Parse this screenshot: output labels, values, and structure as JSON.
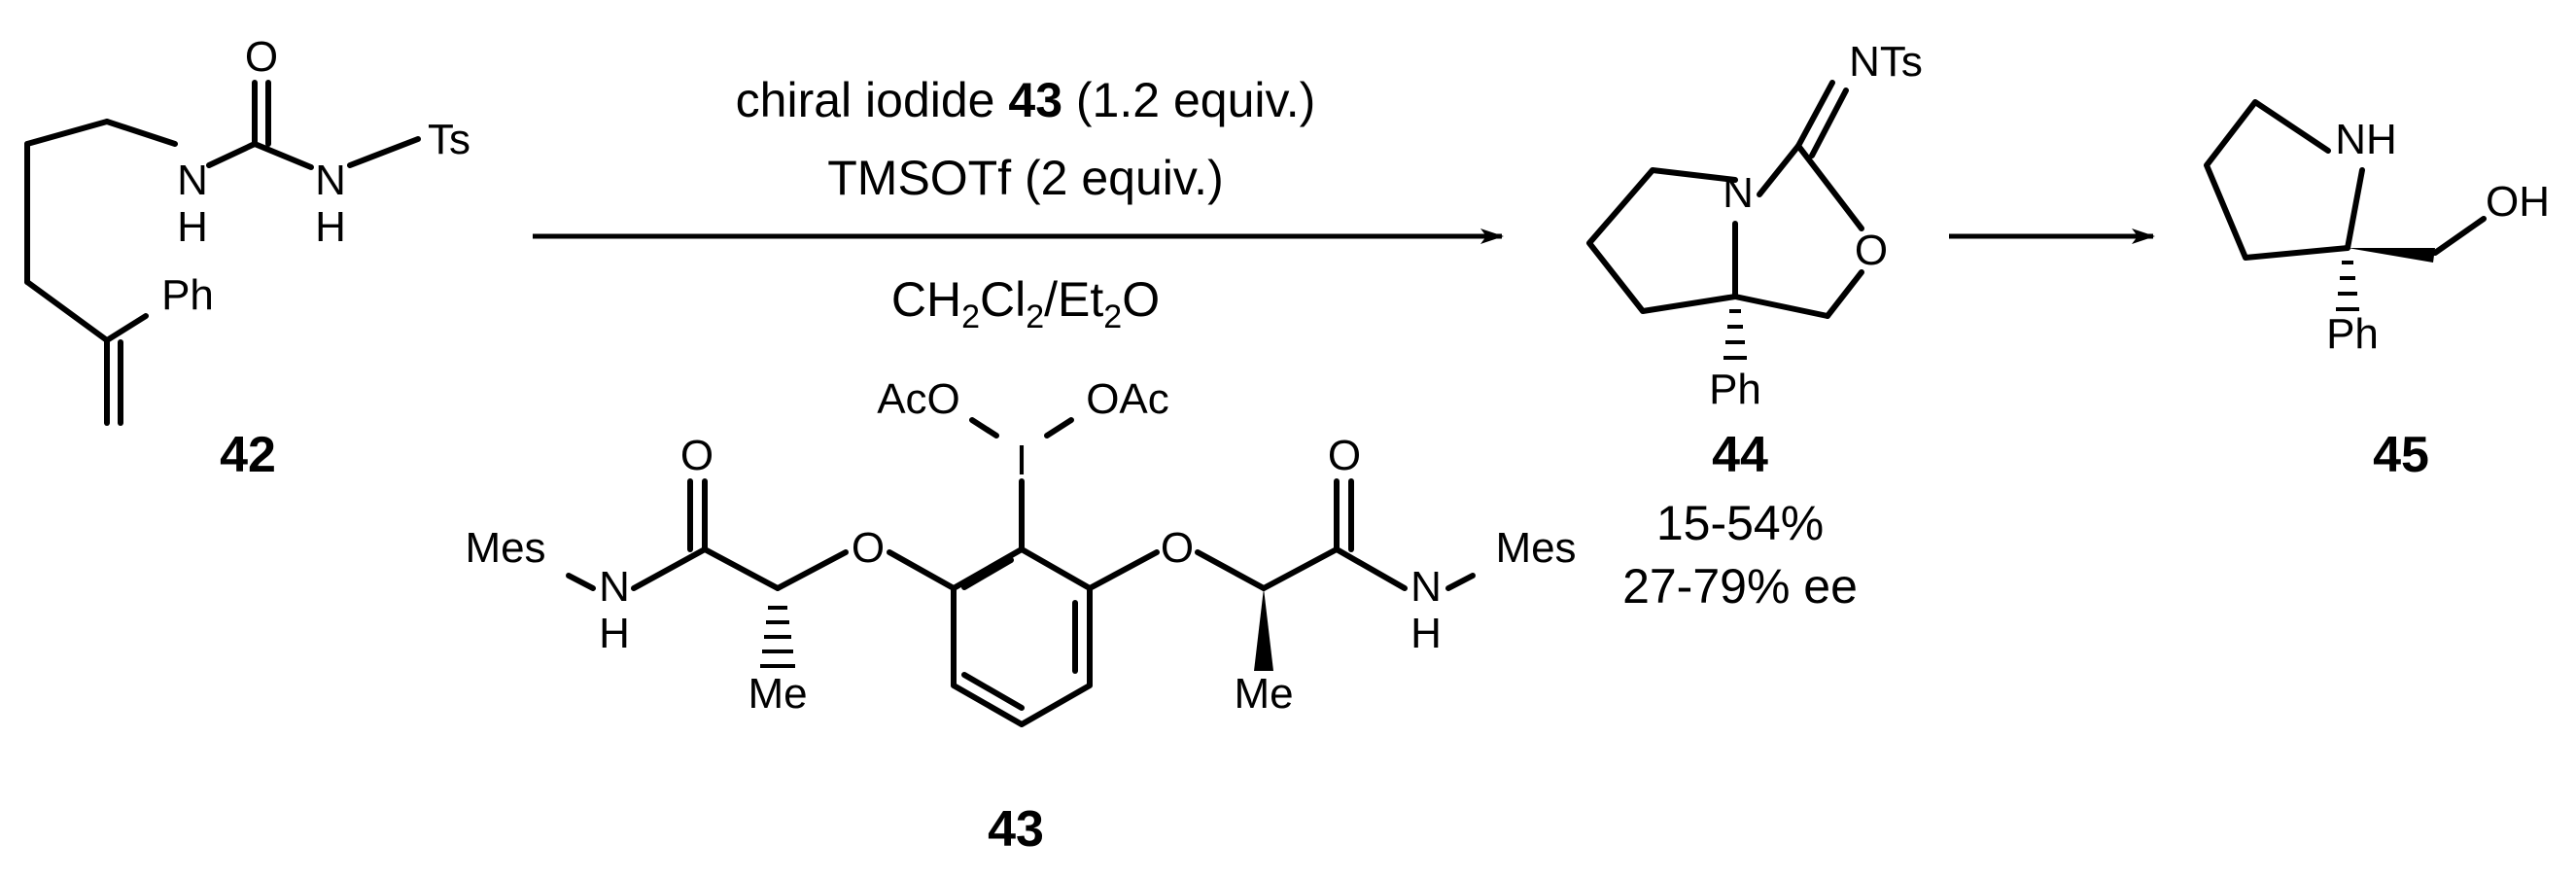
{
  "scheme": {
    "compounds": {
      "c42": "42",
      "c43": "43",
      "c44": "44",
      "c45": "45"
    },
    "conditions": {
      "line1_prefix": "chiral iodide ",
      "line1_bold": "43",
      "line1_suffix": " (1.2 equiv.)",
      "line2": "TMSOTf (2 equiv.)",
      "line3_p1": "CH",
      "line3_s1": "2",
      "line3_p2": "Cl",
      "line3_s2": "2",
      "line3_p3": "/Et",
      "line3_s3": "2",
      "line3_p4": "O"
    },
    "results": {
      "yield": "15-54%",
      "ee": "27-79% ee"
    },
    "atoms": {
      "m42_O": "O",
      "m42_N1": "N",
      "m42_H1": "H",
      "m42_N2": "N",
      "m42_H2": "H",
      "m42_Ts": "Ts",
      "m42_Ph": "Ph",
      "m44_NTs": "NTs",
      "m44_N": "N",
      "m44_O": "O",
      "m44_Ph": "Ph",
      "m45_NH": "NH",
      "m45_OH": "OH",
      "m45_Ph": "Ph",
      "m43_AcO": "AcO",
      "m43_I": "I",
      "m43_OAc": "OAc",
      "m43_Mes1": "Mes",
      "m43_N1": "N",
      "m43_H1": "H",
      "m43_Ocarb1": "O",
      "m43_Oeth1": "O",
      "m43_Me1": "Me",
      "m43_Oeth2": "O",
      "m43_Ocarb2": "O",
      "m43_N2": "N",
      "m43_H2": "H",
      "m43_Mes2": "Mes",
      "m43_Me2": "Me"
    }
  }
}
